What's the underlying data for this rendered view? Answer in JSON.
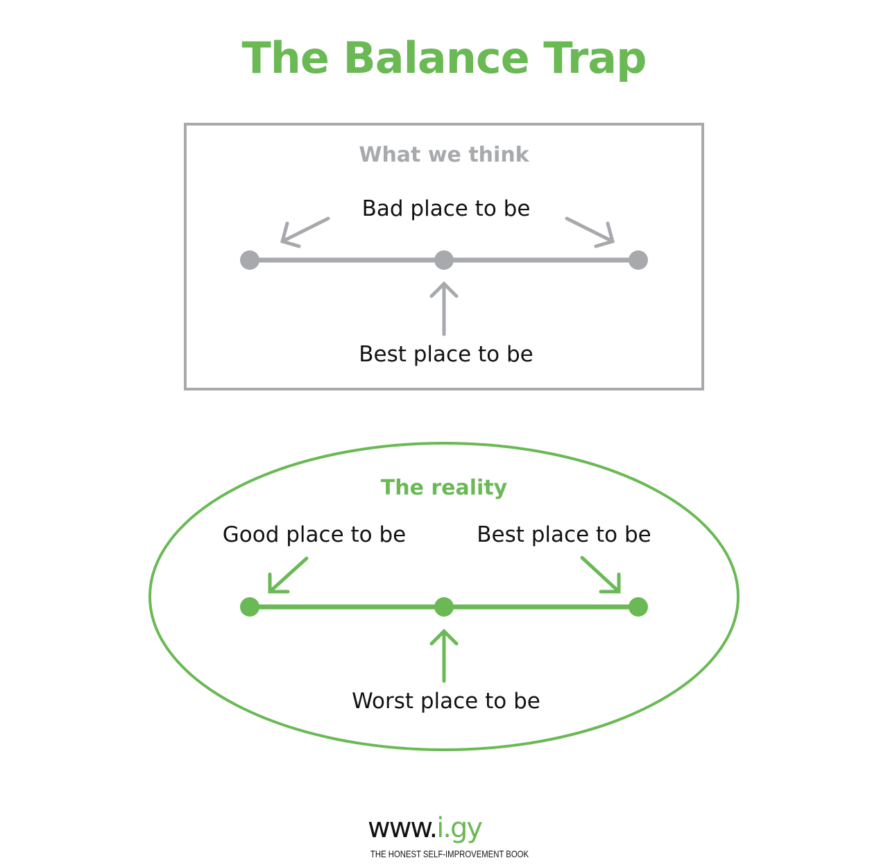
{
  "title": "The Balance Trap",
  "colors": {
    "green": "#6ab955",
    "gray": "#a7a9ac"
  },
  "what_we_think": {
    "heading": "What we think",
    "top_label": "Bad place to be",
    "bottom_label": "Best place to be"
  },
  "reality": {
    "heading": "The reality",
    "left_label": "Good place to be",
    "right_label": "Best place to be",
    "bottom_label": "Worst place to be"
  },
  "footer": {
    "url_prefix": "www.",
    "url_domain": "i.gy",
    "tagline": "THE HONEST SELF-IMPROVEMENT BOOK"
  }
}
